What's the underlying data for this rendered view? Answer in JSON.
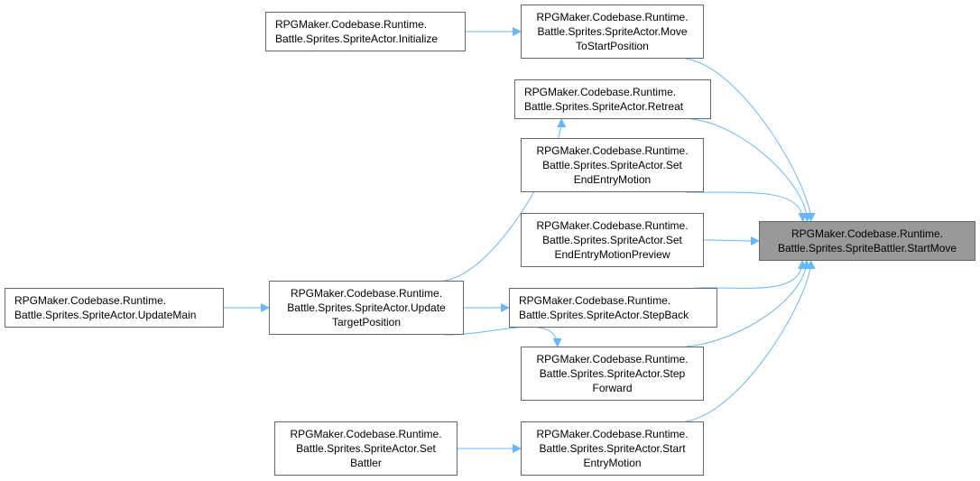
{
  "colors": {
    "edge": "#63b8ff",
    "node_border": "#666666",
    "node_fill": "#ffffff",
    "highlight_fill": "#999999"
  },
  "nodes": {
    "start_move": [
      "RPGMaker.Codebase.Runtime.",
      "Battle.Sprites.SpriteBattler.StartMove"
    ],
    "move_to_start": [
      "RPGMaker.Codebase.Runtime.",
      "Battle.Sprites.SpriteActor.Move",
      "ToStartPosition"
    ],
    "initialize": [
      "RPGMaker.Codebase.Runtime.",
      "Battle.Sprites.SpriteActor.Initialize"
    ],
    "retreat": [
      "RPGMaker.Codebase.Runtime.",
      "Battle.Sprites.SpriteActor.Retreat"
    ],
    "set_end_entry_motion": [
      "RPGMaker.Codebase.Runtime.",
      "Battle.Sprites.SpriteActor.Set",
      "EndEntryMotion"
    ],
    "set_end_entry_motion_preview": [
      "RPGMaker.Codebase.Runtime.",
      "Battle.Sprites.SpriteActor.Set",
      "EndEntryMotionPreview"
    ],
    "update_main": [
      "RPGMaker.Codebase.Runtime.",
      "Battle.Sprites.SpriteActor.UpdateMain"
    ],
    "update_target_position": [
      "RPGMaker.Codebase.Runtime.",
      "Battle.Sprites.SpriteActor.Update",
      "TargetPosition"
    ],
    "step_back": [
      "RPGMaker.Codebase.Runtime.",
      "Battle.Sprites.SpriteActor.StepBack"
    ],
    "step_forward": [
      "RPGMaker.Codebase.Runtime.",
      "Battle.Sprites.SpriteActor.Step",
      "Forward"
    ],
    "set_battler": [
      "RPGMaker.Codebase.Runtime.",
      "Battle.Sprites.SpriteActor.Set",
      "Battler"
    ],
    "start_entry_motion": [
      "RPGMaker.Codebase.Runtime.",
      "Battle.Sprites.SpriteActor.Start",
      "EntryMotion"
    ]
  },
  "edges": [
    [
      "move_to_start",
      "start_move"
    ],
    [
      "retreat",
      "start_move"
    ],
    [
      "set_end_entry_motion",
      "start_move"
    ],
    [
      "set_end_entry_motion_preview",
      "start_move"
    ],
    [
      "step_back",
      "start_move"
    ],
    [
      "step_forward",
      "start_move"
    ],
    [
      "start_entry_motion",
      "start_move"
    ],
    [
      "initialize",
      "move_to_start"
    ],
    [
      "update_target_position",
      "retreat"
    ],
    [
      "update_target_position",
      "step_back"
    ],
    [
      "update_target_position",
      "step_forward"
    ],
    [
      "update_main",
      "update_target_position"
    ],
    [
      "set_battler",
      "start_entry_motion"
    ]
  ]
}
